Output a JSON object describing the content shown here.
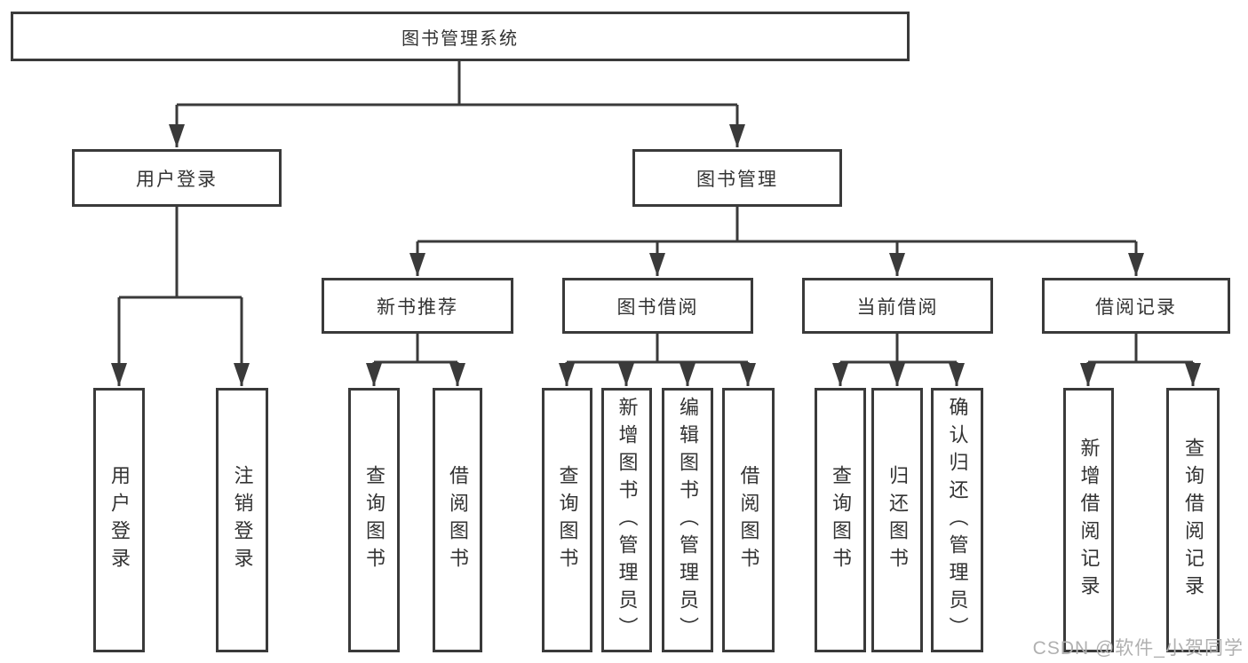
{
  "colors": {
    "line": "#3a3a3a",
    "text": "#333333",
    "watermark": "#b0b0b0",
    "background": "#ffffff"
  },
  "nodes": {
    "root": {
      "label": "图书管理系统"
    },
    "level2": [
      {
        "label": "用户登录"
      },
      {
        "label": "图书管理"
      }
    ],
    "level3": [
      {
        "label": "新书推荐"
      },
      {
        "label": "图书借阅"
      },
      {
        "label": "当前借阅"
      },
      {
        "label": "借阅记录"
      }
    ],
    "leaves": [
      {
        "label": "用户登录"
      },
      {
        "label": "注销登录"
      },
      {
        "label": "查询图书"
      },
      {
        "label": "借阅图书"
      },
      {
        "label": "查询图书"
      },
      {
        "label": "新增图书（管理员）"
      },
      {
        "label": "编辑图书（管理员）"
      },
      {
        "label": "借阅图书"
      },
      {
        "label": "查询图书"
      },
      {
        "label": "归还图书"
      },
      {
        "label": "确认归还（管理员）"
      },
      {
        "label": "新增借阅记录"
      },
      {
        "label": "查询借阅记录"
      }
    ]
  },
  "watermark": {
    "text": "CSDN @软件_小贺同学"
  }
}
